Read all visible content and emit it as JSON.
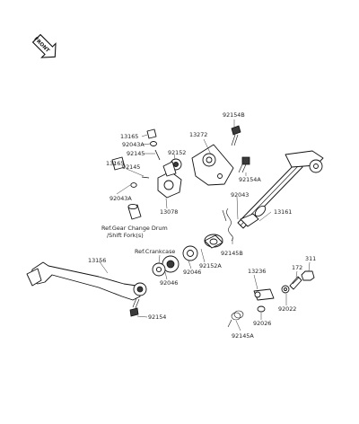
{
  "orientation_badge": {
    "text": "FRONT",
    "icon": "front-arrow-icon"
  },
  "callouts": {
    "p92154B": "92154B",
    "p13272": "13272",
    "p13165": "13165",
    "p92043A_top": "92043A",
    "p92145_top": "92145",
    "p92152": "92152",
    "p13165_b": "13165",
    "p92145_mid": "92145",
    "p92043A_bot": "92043A",
    "p13078": "13078",
    "p92154A": "92154A",
    "p92043": "92043",
    "p13161": "13161",
    "p92145B": "92145B",
    "p92152A": "92152A",
    "p92046_a": "92046",
    "p92046_b": "92046",
    "p13156": "13156",
    "p92154": "92154",
    "p13236": "13236",
    "p172": "172",
    "p311": "311",
    "p92022": "92022",
    "p92026": "92026",
    "p92145A": "92145A"
  },
  "references": {
    "gear_drum_line1": "Ref.Gear Change Drum",
    "gear_drum_line2": "/Shift Fork(s)",
    "crankcase": "Ref.Crankcase"
  }
}
